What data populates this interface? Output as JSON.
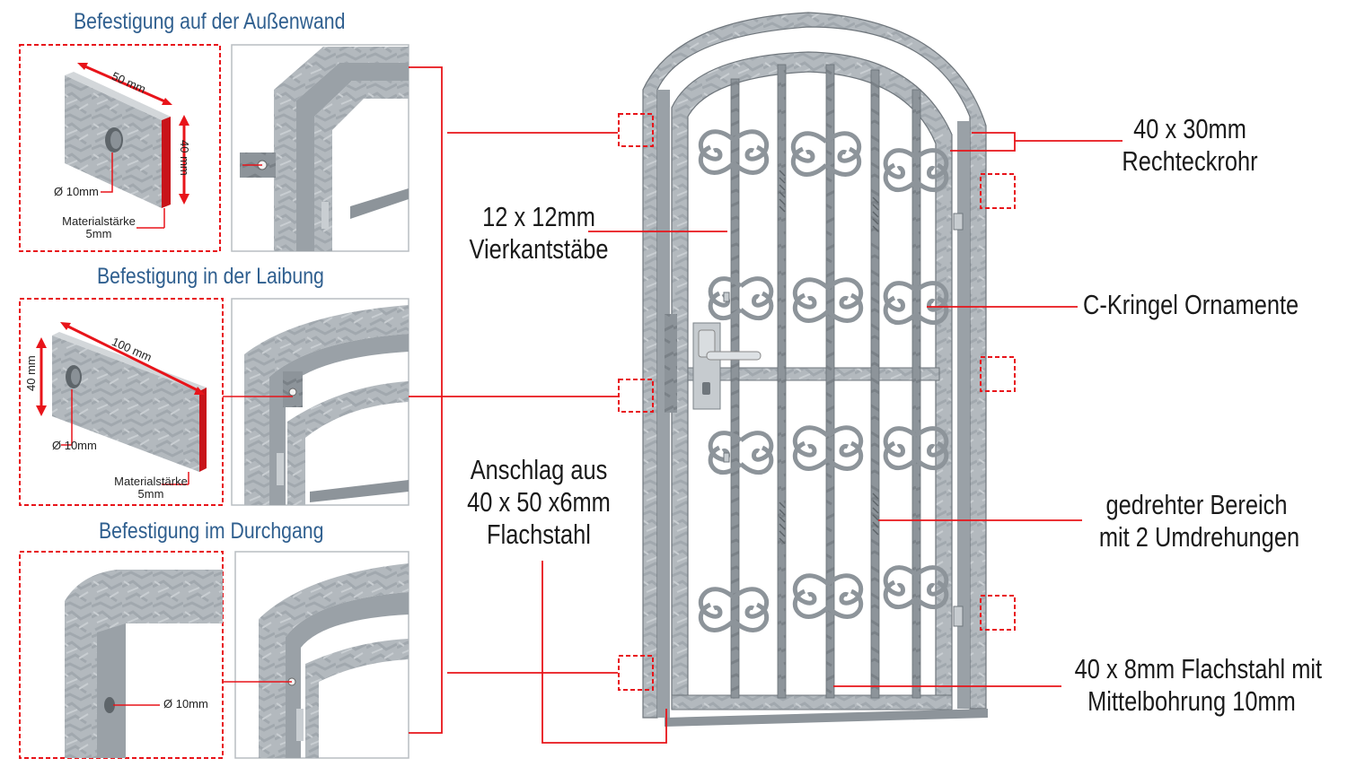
{
  "sections": [
    {
      "title": "Befestigung auf der Außenwand",
      "dims": [
        "50 mm",
        "40 mm"
      ],
      "hole": "Ø 10mm",
      "material_label": "Materialstärke",
      "material_value": "5mm"
    },
    {
      "title": "Befestigung in der Laibung",
      "dims": [
        "100 mm",
        "40 mm"
      ],
      "hole": "Ø 10mm",
      "material_label": "Materialstärke",
      "material_value": "5mm"
    },
    {
      "title": "Befestigung im Durchgang",
      "hole": "Ø 10mm"
    }
  ],
  "callouts": {
    "bars": [
      "12 x 12mm",
      "Vierkantstäbe"
    ],
    "stop": [
      "Anschlag aus",
      "40 x 50 x6mm",
      "Flachstahl"
    ],
    "tube": [
      "40 x 30mm",
      "Rechteckrohr"
    ],
    "ornaments": "C-Kringel Ornamente",
    "twist": [
      "gedrehter Bereich",
      "mit 2 Umdrehungen"
    ],
    "flat": [
      "40 x 8mm Flachstahl mit",
      "Mittelbohrung 10mm"
    ]
  },
  "colors": {
    "accent_red": "#e8141a",
    "title_blue": "#2f5f8f",
    "steel": "#a9b0b6",
    "steel_dark": "#6f767c"
  }
}
